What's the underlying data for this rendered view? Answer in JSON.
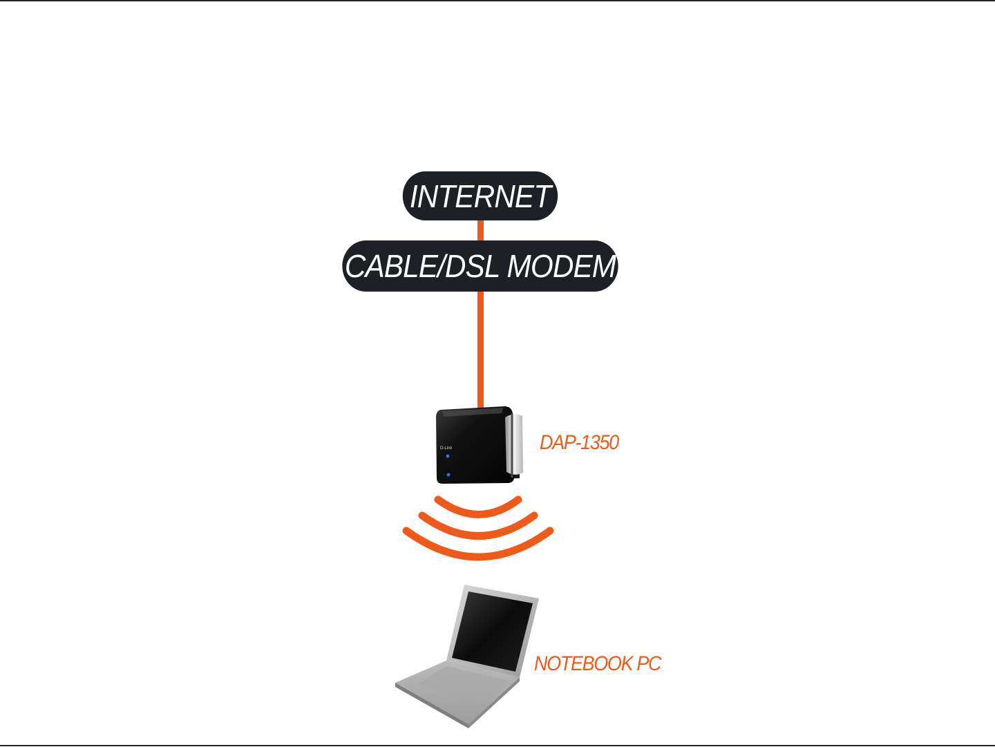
{
  "nodes": {
    "internet": "INTERNET",
    "modem": "CABLE/DSL MODEM",
    "access_point": "DAP-1350",
    "access_point_brand": "D-Link",
    "notebook": "NOTEBOOK PC"
  },
  "colors": {
    "accent": "#ee5a1a",
    "pill_background": "#1d2025",
    "pill_text": "#ffffff",
    "rule": "#1f2328"
  },
  "icons": {
    "access_point": "wireless-access-point-icon",
    "wireless": "wireless-signal-icon",
    "notebook": "laptop-icon"
  }
}
